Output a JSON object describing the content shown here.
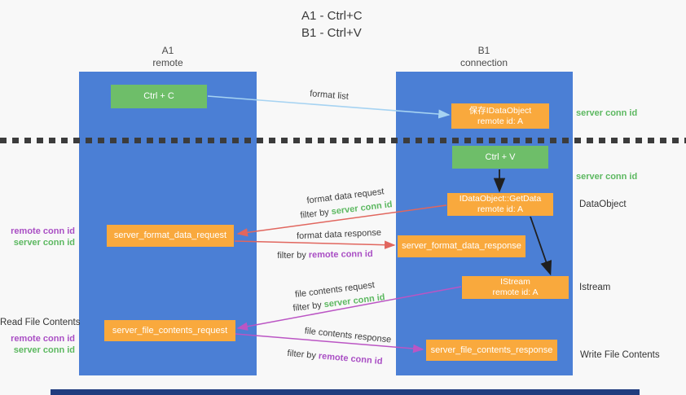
{
  "title": {
    "line1": "A1 - Ctrl+C",
    "line2": "B1 - Ctrl+V"
  },
  "lanes": {
    "left": {
      "name": "A1",
      "role": "remote"
    },
    "right": {
      "name": "B1",
      "role": "connection"
    }
  },
  "boxes": {
    "ctrl_c": {
      "label": "Ctrl + C"
    },
    "save_idataobject": {
      "line1": "保存IDataObject",
      "line2": "remote id: A"
    },
    "ctrl_v": {
      "label": "Ctrl + V"
    },
    "idataobject_getdata": {
      "line1": "IDataObject::GetData",
      "line2": "remote id: A"
    },
    "server_format_data_request": {
      "label": "server_format_data_request"
    },
    "server_format_data_response": {
      "label": "server_format_data_response"
    },
    "istream": {
      "line1": "IStream",
      "line2": "remote id: A"
    },
    "server_file_contents_request": {
      "label": "server_file_contents_request"
    },
    "server_file_contents_response": {
      "label": "server_file_contents_response"
    }
  },
  "arrow_labels": {
    "format_list": "format list",
    "format_data_request": "format data request",
    "format_data_response": "format data response",
    "file_contents_request": "file contents request",
    "file_contents_response": "file contents response",
    "filter_by": "filter by",
    "server_conn_id": "server conn id",
    "remote_conn_id": "remote conn id"
  },
  "side_labels": {
    "right_server_conn_id_top": "server conn id",
    "right_server_conn_id_mid": "server conn id",
    "dataobject": "DataObject",
    "istream": "Istream",
    "write_file_contents": "Write File Contents",
    "left_remote_conn_id_top": "remote conn id",
    "left_server_conn_id_top": "server conn id",
    "read_file_contents": "Read File Contents",
    "left_remote_conn_id_bottom": "remote conn id",
    "left_server_conn_id_bottom": "server conn id"
  },
  "colors": {
    "lane_blue": "#4b7fd5",
    "box_orange": "#f9a93d",
    "box_green": "#6ebe69",
    "green_text": "#5cb860",
    "purple_text": "#a94ec4",
    "red_arrow": "#e1665e",
    "magenta_arrow": "#bb55c4",
    "light_blue_arrow": "#a6d3f2",
    "black_arrow": "#1f1f1f"
  }
}
